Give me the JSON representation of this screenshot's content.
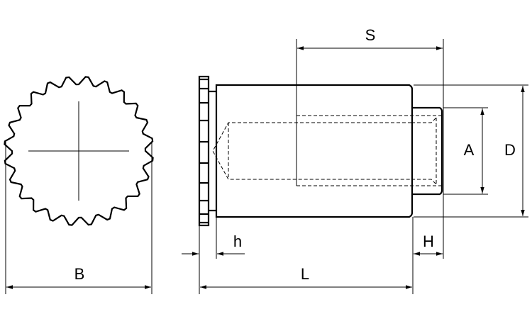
{
  "labels": {
    "S": "S",
    "A": "A",
    "D": "D",
    "B": "B",
    "h": "h",
    "H": "H",
    "L": "L"
  },
  "colors": {
    "line": "#000000",
    "background": "#ffffff"
  }
}
